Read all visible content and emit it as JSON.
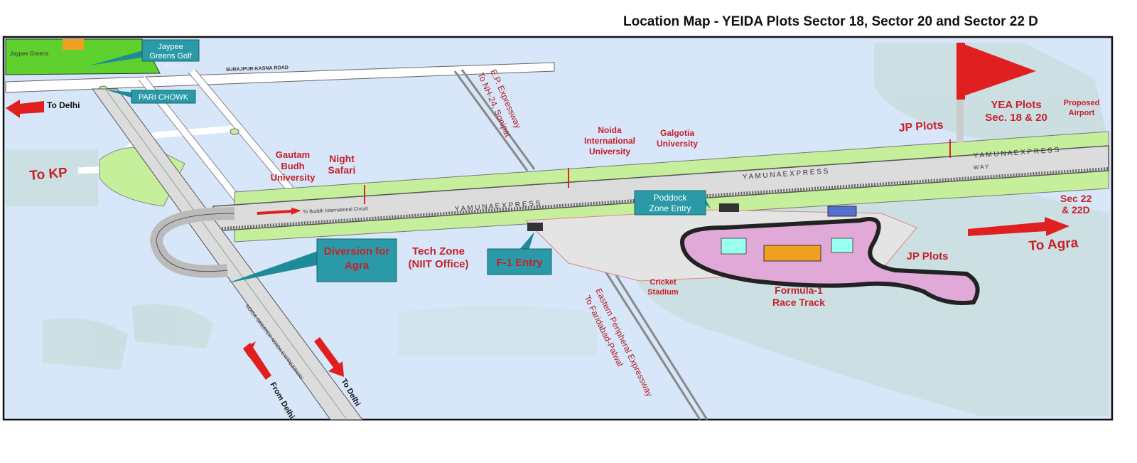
{
  "title": "Location Map - YEIDA Plots Sector 18, Sector 20 and Sector 22 D",
  "colors": {
    "water_bg": "#d7e6f8",
    "green": "#c5ef9a",
    "park": "#5ed12e",
    "callout": "#2a9aa8",
    "arrow_red": "#e02020",
    "label_red": "#c8202a"
  },
  "labels": {
    "jaypee_greens": "Jaypee Greens",
    "jaypee_golf": [
      "Jaypee",
      "Greens Golf",
      "Course"
    ],
    "surajpur_road": "SURAJPUR-KASNA ROAD",
    "pari_chowk": "PARI CHOWK",
    "to_delhi_top": "To Delhi",
    "to_kp": "To KP",
    "gautam_budh": [
      "Gautam",
      "Budh",
      "University"
    ],
    "night_safari": [
      "Night",
      "Safari"
    ],
    "to_buddh_circuit": "To Buddh International Circuit",
    "yamuna_express": "Y A M U N A   E X P R E S S",
    "way": "W A Y",
    "ep_expressway": [
      "E.P. Expressway",
      "To NH-24, Sonipat"
    ],
    "noida_intl_univ": [
      "Noida",
      "International",
      "University"
    ],
    "galgotia": [
      "Galgotia",
      "University"
    ],
    "jp_plots_top": "JP Plots",
    "yea_plots": [
      "YEA Plots",
      "Sec. 18 & 20"
    ],
    "proposed_airport": [
      "Proposed",
      "Airport"
    ],
    "sec22": [
      "Sec 22",
      "&  22D"
    ],
    "to_agra": "To Agra",
    "jp_plots_bottom": "JP Plots",
    "poddock": [
      "Poddock",
      "Zone Entry"
    ],
    "diversion": [
      "Diversion for",
      "Agra"
    ],
    "tech_zone": [
      "Tech Zone",
      "(NIIT Office)"
    ],
    "f1_entry": "F-1 Entry",
    "cricket_stadium": [
      "Cricket",
      "Stadium"
    ],
    "formula1": [
      "Formula-1",
      "Race Track"
    ],
    "eastern_peripheral": [
      "Eastern Peripheral Expressway",
      "To Faridabad-Palwal"
    ],
    "from_delhi": "From Delhi",
    "to_delhi_bottom": "To Delhi",
    "noida_expressway": "NOIDA   GREATER   NOIDA   EXPRESSWAY"
  }
}
